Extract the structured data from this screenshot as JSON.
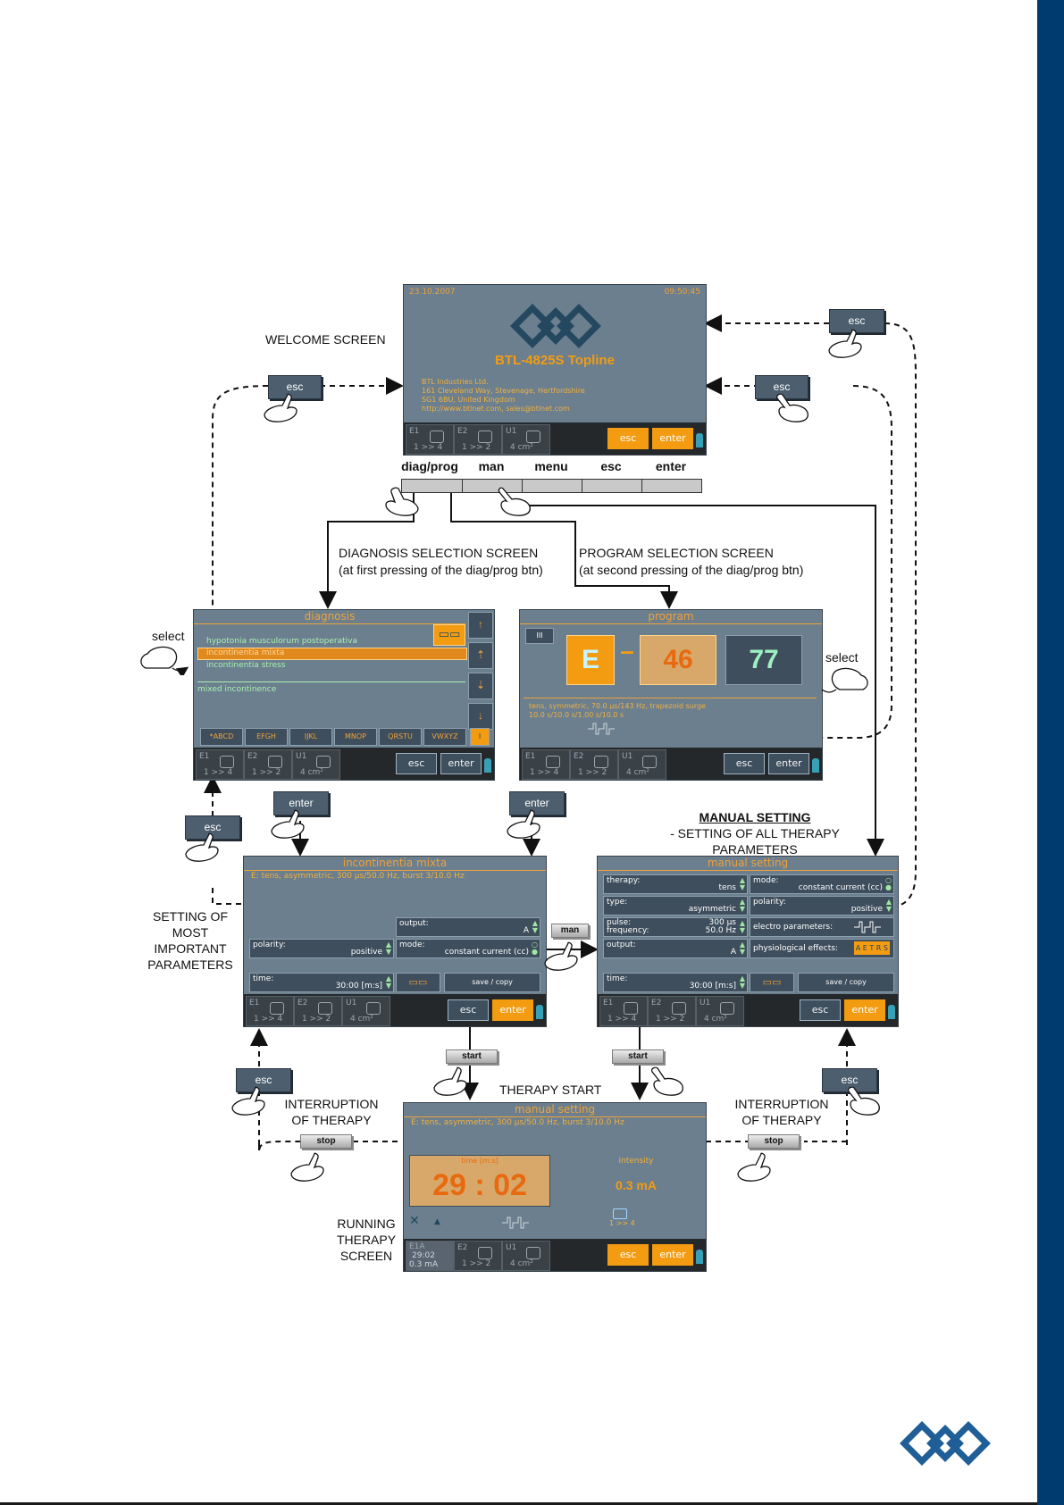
{
  "welcome": {
    "label": "WELCOME SCREEN",
    "date": "23.10.2007",
    "time": "09:50:45",
    "product": "BTL-4825S Topline",
    "address": [
      "BTL Industries Ltd.",
      "161 Cleveland Way, Stevenage, Hertfordshire",
      "SG1 6BU, United Kingdom",
      "http://www.btlnet.com, sales@btlnet.com"
    ]
  },
  "footer": {
    "e1": "E1",
    "e1_sub": "1 >> 4",
    "e2": "E2",
    "e2_sub": "1 >> 2",
    "u1": "U1",
    "u1_sub": "4 cm²",
    "esc": "esc",
    "enter": "enter"
  },
  "keys": [
    "diag/prog",
    "man",
    "menu",
    "esc",
    "enter"
  ],
  "captions": {
    "diagnosis": "DIAGNOSIS SELECTION SCREEN",
    "diagnosis_sub": "(at first pressing of the diag/prog btn)",
    "program": "PROGRAM SELECTION SCREEN",
    "program_sub": "(at second pressing of the diag/prog btn)",
    "manual": "MANUAL SETTING",
    "manual_sub1": "- SETTING OF ALL THERAPY",
    "manual_sub2": "PARAMETERS",
    "setting1": "SETTING OF",
    "setting2": "MOST",
    "setting3": "IMPORTANT",
    "setting4": "PARAMETERS",
    "therapy_start": "THERAPY START",
    "interruption1": "INTERRUPTION",
    "interruption2": "OF THERAPY",
    "running1": "RUNNING",
    "running2": "THERAPY",
    "running3": "SCREEN",
    "select": "select"
  },
  "buttons": {
    "esc": "esc",
    "enter": "enter",
    "start": "start",
    "stop": "stop",
    "man": "man"
  },
  "diagnosis": {
    "title": "diagnosis",
    "items": [
      "hypotonia musculorum postoperativa",
      "incontinentia mixta",
      "incontinentia stress"
    ],
    "selected": "mixed incontinence",
    "alpha": [
      "*ABCD",
      "EFGH",
      "IJKL",
      "MNOP",
      "QRSTU",
      "VWXYZ"
    ],
    "alpha_last": "I"
  },
  "program": {
    "title": "program",
    "letter": "E",
    "dash": "–",
    "num1": "46",
    "num2": "77",
    "desc1": "tens, symmetric, 70.0 µs/143 Hz, trapezoid surge",
    "desc2": "10.0 s/10.0 s/1.00 s/10.0 s"
  },
  "incontinentia": {
    "title": "incontinentia mixta",
    "info": "E:   tens, asymmetric, 300 µs/50.0 Hz, burst 3/10.0 Hz",
    "output_k": "output:",
    "output_v": "A",
    "polarity_k": "polarity:",
    "polarity_v": "positive",
    "mode_k": "mode:",
    "mode_v": "constant current (cc)",
    "time_k": "time:",
    "time_v": "30:00 [m:s]",
    "save": "save / copy"
  },
  "manual": {
    "title": "manual setting",
    "therapy_k": "therapy:",
    "therapy_v": "tens",
    "mode_k": "mode:",
    "mode_v": "constant current (cc)",
    "type_k": "type:",
    "type_v": "asymmetric",
    "polarity_k": "polarity:",
    "polarity_v": "positive",
    "pulse_k": "pulse:",
    "pulse_v": "300 µs",
    "freq_k": "frequency:",
    "freq_v": "50.0 Hz",
    "electro": "electro parameters:",
    "output_k": "output:",
    "output_v": "A",
    "physio": "physiological effects:",
    "physio_letters": "A E T R S",
    "time_k": "time:",
    "time_v": "30:00 [m:s]",
    "save": "save / copy"
  },
  "running": {
    "title": "manual setting",
    "info": "E:   tens, asymmetric, 300 µs/50.0 Hz, burst 3/10.0 Hz",
    "time_label": "time [m:s]",
    "time_value": "29 : 02",
    "intensity_label": "intensity",
    "intensity_value": "0.3  mA",
    "chan": "1 >> 4",
    "e1a": "E1A",
    "e1a_time": "29:02",
    "e1a_ma": "0.3    mA"
  }
}
